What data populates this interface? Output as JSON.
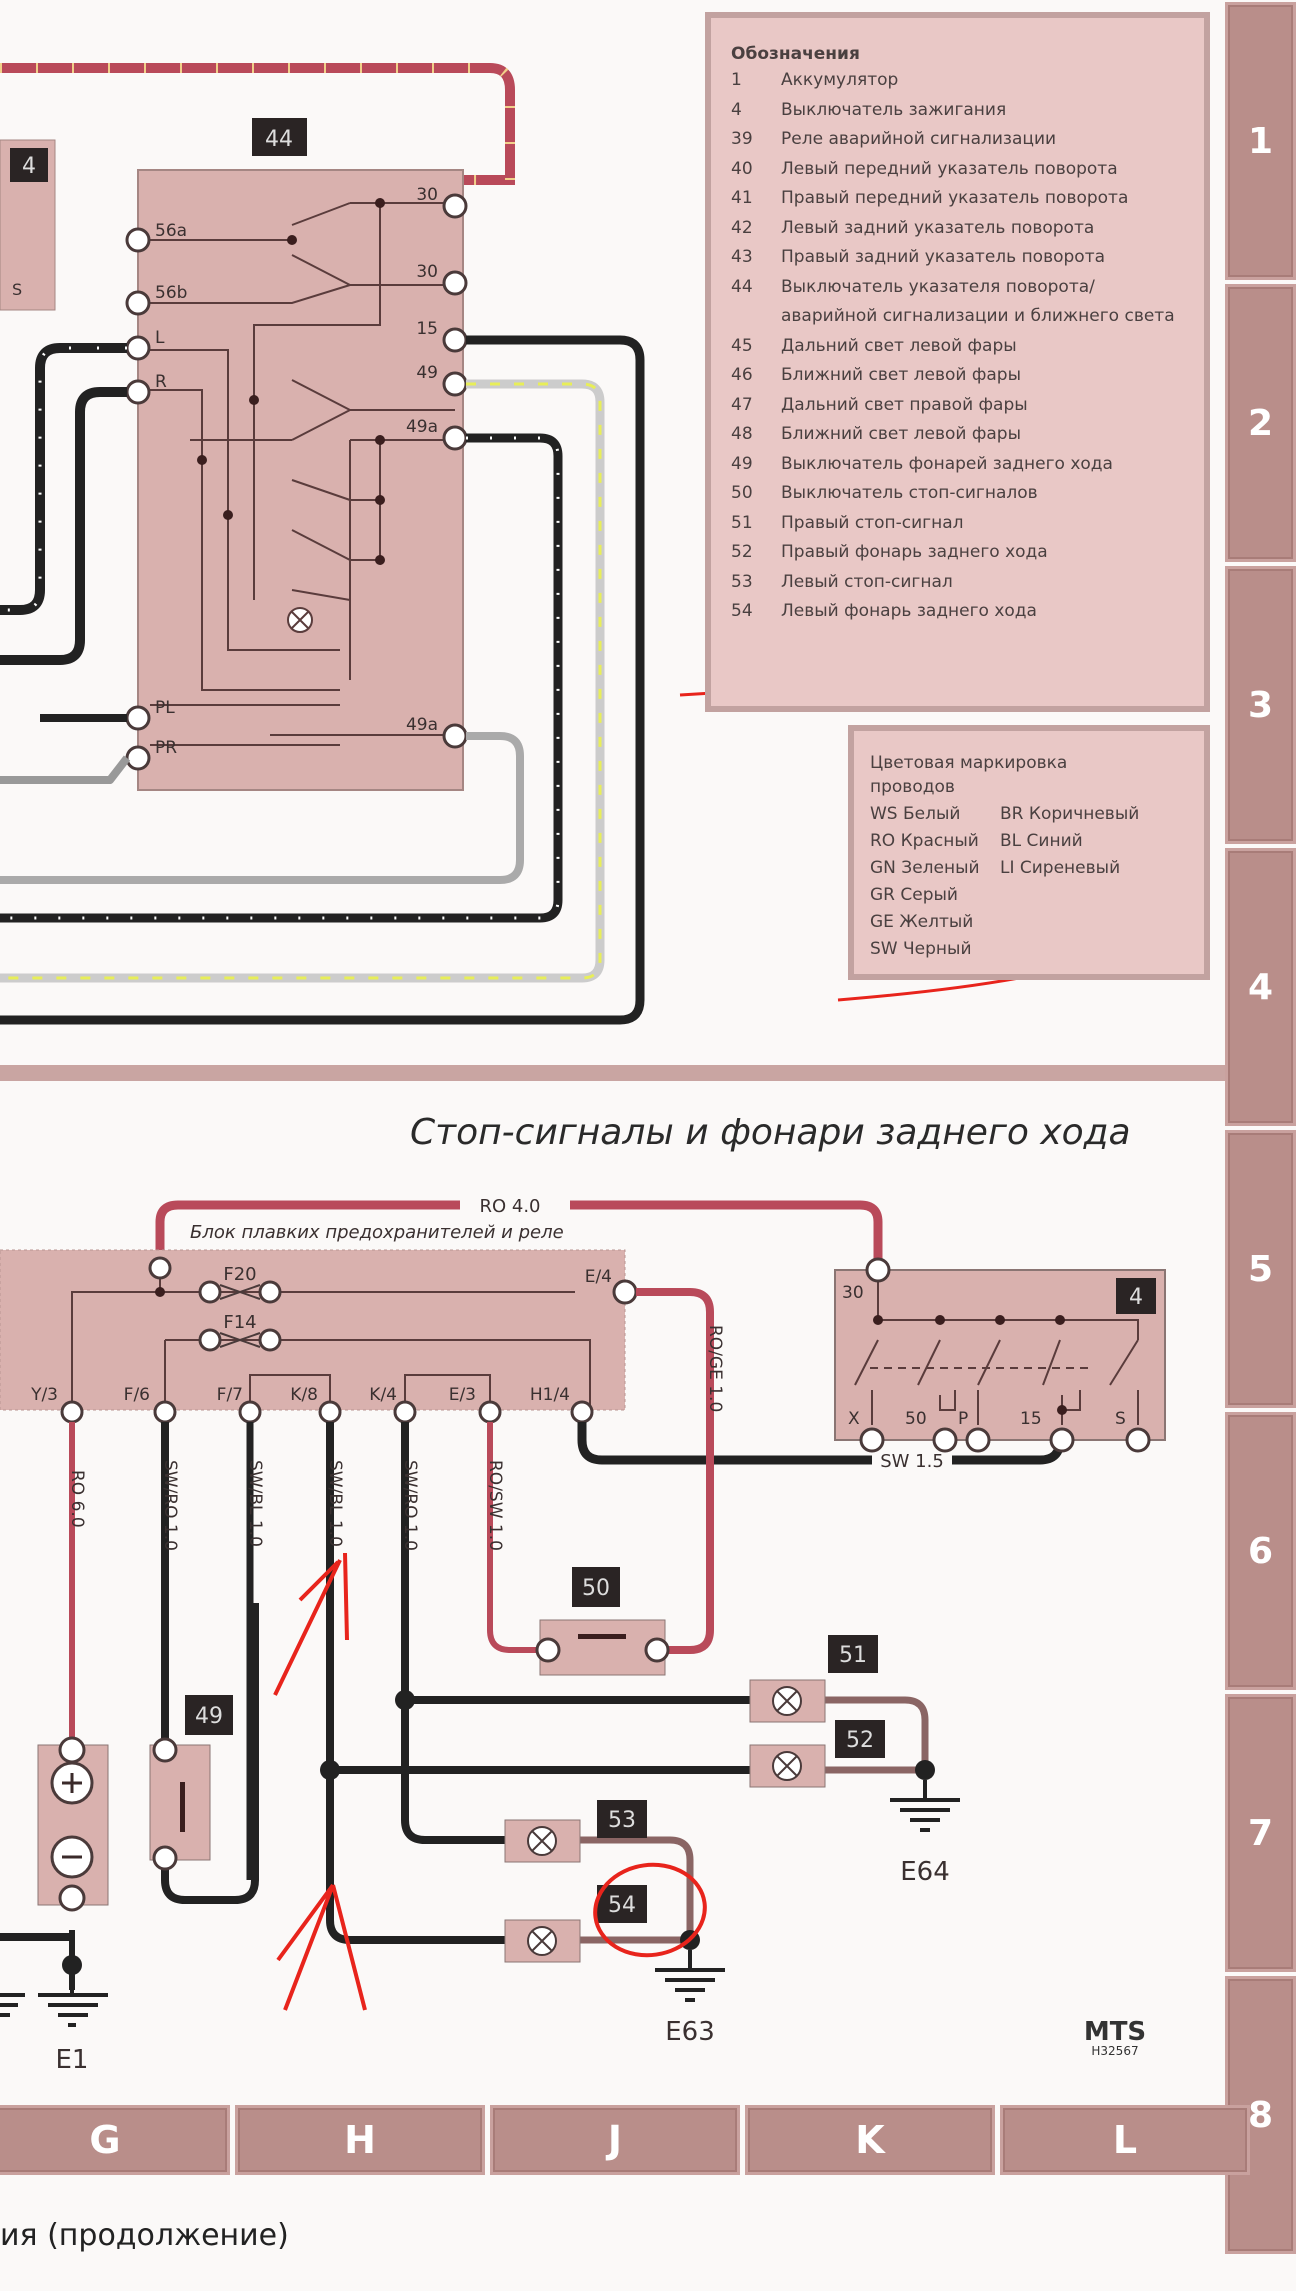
{
  "legend": {
    "title": "Обозначения",
    "items": [
      {
        "num": "1",
        "text": "Аккумулятор"
      },
      {
        "num": "4",
        "text": "Выключатель зажигания"
      },
      {
        "num": "39",
        "text": "Реле аварийной сигнализации"
      },
      {
        "num": "40",
        "text": "Левый передний указатель поворота"
      },
      {
        "num": "41",
        "text": "Правый передний указатель поворота"
      },
      {
        "num": "42",
        "text": "Левый задний указатель поворота"
      },
      {
        "num": "43",
        "text": "Правый задний указатель поворота"
      },
      {
        "num": "44",
        "text": "Выключатель указателя поворота/ аварийной сигнализации и ближнего света"
      },
      {
        "num": "45",
        "text": "Дальний свет левой фары"
      },
      {
        "num": "46",
        "text": "Ближний свет левой фары"
      },
      {
        "num": "47",
        "text": "Дальний свет правой фары"
      },
      {
        "num": "48",
        "text": "Ближний свет левой фары"
      },
      {
        "num": "49",
        "text": "Выключатель фонарей заднего хода"
      },
      {
        "num": "50",
        "text": "Выключатель стоп-сигналов"
      },
      {
        "num": "51",
        "text": "Правый стоп-сигнал"
      },
      {
        "num": "52",
        "text": "Правый фонарь заднего хода"
      },
      {
        "num": "53",
        "text": "Левый стоп-сигнал"
      },
      {
        "num": "54",
        "text": "Левый фонарь заднего хода"
      }
    ]
  },
  "color_codes": {
    "title": "Цветовая маркировка проводов",
    "items": [
      {
        "code": "WS",
        "name": "Белый"
      },
      {
        "code": "BR",
        "name": "Коричневый"
      },
      {
        "code": "RO",
        "name": "Красный"
      },
      {
        "code": "BL",
        "name": "Синий"
      },
      {
        "code": "GN",
        "name": "Зеленый"
      },
      {
        "code": "LI",
        "name": "Сиреневый"
      },
      {
        "code": "GR",
        "name": "Серый"
      },
      {
        "code": "",
        "name": ""
      },
      {
        "code": "GE",
        "name": "Желтый"
      },
      {
        "code": "",
        "name": ""
      },
      {
        "code": "SW",
        "name": "Черный"
      },
      {
        "code": "",
        "name": ""
      }
    ]
  },
  "section_title": "Стоп-сигналы и фонари заднего хода",
  "fuse_block_label": "Блок плавких предохранителей и реле",
  "component_44": {
    "id": "44",
    "pins_left": [
      "56a",
      "56b",
      "L",
      "R",
      "PL",
      "PR"
    ],
    "pins_right": [
      "30",
      "30",
      "15",
      "49",
      "49a",
      "49a"
    ]
  },
  "component_4_top": {
    "id": "4",
    "pin": "S"
  },
  "component_4": {
    "id": "4",
    "pins": [
      "30",
      "X",
      "50",
      "P",
      "15",
      "S"
    ]
  },
  "fuses": [
    "F20",
    "F14"
  ],
  "fuse_pins": [
    "Y/3",
    "F/6",
    "F/7",
    "K/8",
    "K/4",
    "E/3",
    "H1/4",
    "E/4"
  ],
  "wires": {
    "ro40": "RO 4.0",
    "roge": "RO/GE 1.0",
    "sw15": "SW 1.5",
    "ro60": "RO 6.0",
    "swro1": "SW/RO 1.0",
    "swbl1": "SW/BL 1.0",
    "swbl2": "SW/BL 1.0",
    "swro2": "SW/RO 1.0",
    "rosw": "RO/SW 1.0"
  },
  "components": {
    "c49": "49",
    "c50": "50",
    "c51": "51",
    "c52": "52",
    "c53": "53",
    "c54": "54"
  },
  "grounds": [
    "E1",
    "E63",
    "E64"
  ],
  "mts": {
    "brand": "MTS",
    "code": "H32567"
  },
  "row_tabs": [
    "1",
    "2",
    "3",
    "4",
    "5",
    "6",
    "7",
    "8"
  ],
  "col_tabs": [
    "G",
    "H",
    "J",
    "K",
    "L"
  ],
  "footer": "ия (продолжение)",
  "colors": {
    "component_fill": "#d9b1ae",
    "tab": "#b98e8a",
    "wire_red": "#b94a5a",
    "wire_black": "#222222",
    "annotation_red": "#e8241c"
  }
}
